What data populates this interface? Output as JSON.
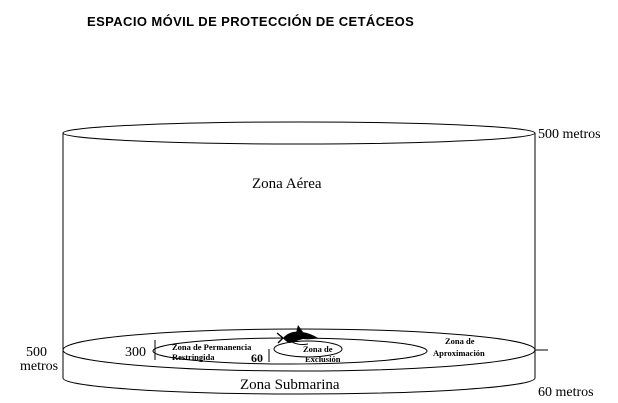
{
  "title": "ESPACIO MÓVIL DE PROTECCIÓN DE CETÁCEOS",
  "labels": {
    "top_height": "500 metros",
    "zona_aerea": "Zona Aérea",
    "left_500": "500",
    "left_metros": "metros",
    "dist_300": "300",
    "dist_60": "60",
    "permanencia_1": "Zona de Permanencia",
    "permanencia_2": "Restringida",
    "exclusion_1": "Zona de",
    "exclusion_2": "Exclusión",
    "aproximacion_1": "Zona de",
    "aproximacion_2": "Aproximación",
    "zona_submarina": "Zona Submarina",
    "bottom_depth": "60 metros"
  },
  "icons": {
    "cetacean": "dolphin-icon"
  }
}
